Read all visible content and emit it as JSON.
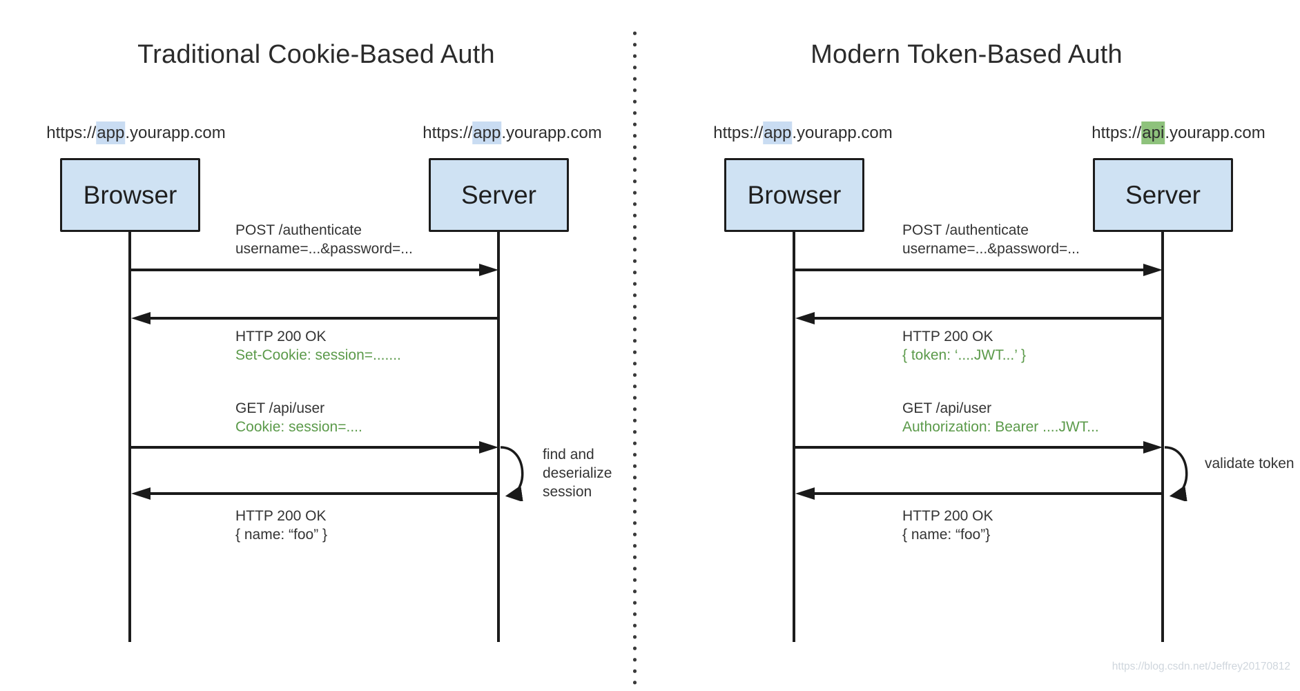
{
  "colors": {
    "box_fill": "#cfe2f3",
    "box_border": "#1c1c1c",
    "highlight_blue": "#c9dcf2",
    "highlight_green": "#8ec27c",
    "green_text": "#5b9a4a",
    "dark_text": "#2b2b2b",
    "watermark_text": "#cfd6dd"
  },
  "left": {
    "title": "Traditional Cookie-Based Auth",
    "browser": {
      "label": "Browser",
      "url": {
        "pre": "https://",
        "hl": "app",
        "post": ".yourapp.com"
      }
    },
    "server": {
      "label": "Server",
      "url": {
        "pre": "https://",
        "hl": "app",
        "post": ".yourapp.com"
      }
    },
    "messages": [
      {
        "l1": "POST /authenticate",
        "l2": "username=...&password=..."
      },
      {
        "l1": "HTTP 200 OK",
        "l2": "Set-Cookie: session=......."
      },
      {
        "l1": "GET /api/user",
        "l2": "Cookie: session=...."
      },
      {
        "l1": "HTTP 200 OK",
        "l2": "{ name: “foo” }"
      }
    ],
    "self_action": {
      "lines": [
        "find and",
        "deserialize",
        "session"
      ]
    }
  },
  "right": {
    "title": "Modern Token-Based Auth",
    "browser": {
      "label": "Browser",
      "url": {
        "pre": "https://",
        "hl": "app",
        "post": ".yourapp.com"
      }
    },
    "server": {
      "label": "Server",
      "url": {
        "pre": "https://",
        "hl": "api",
        "post": ".yourapp.com"
      }
    },
    "messages": [
      {
        "l1": "POST /authenticate",
        "l2": "username=...&password=..."
      },
      {
        "l1": "HTTP 200 OK",
        "l2": "{ token: ‘....JWT...’ }"
      },
      {
        "l1": "GET /api/user",
        "l2": "Authorization: Bearer ....JWT..."
      },
      {
        "l1": "HTTP 200 OK",
        "l2": "{ name: “foo”}"
      }
    ],
    "self_action": {
      "lines": [
        "validate token"
      ]
    }
  },
  "watermark": "https://blog.csdn.net/Jeffrey20170812"
}
